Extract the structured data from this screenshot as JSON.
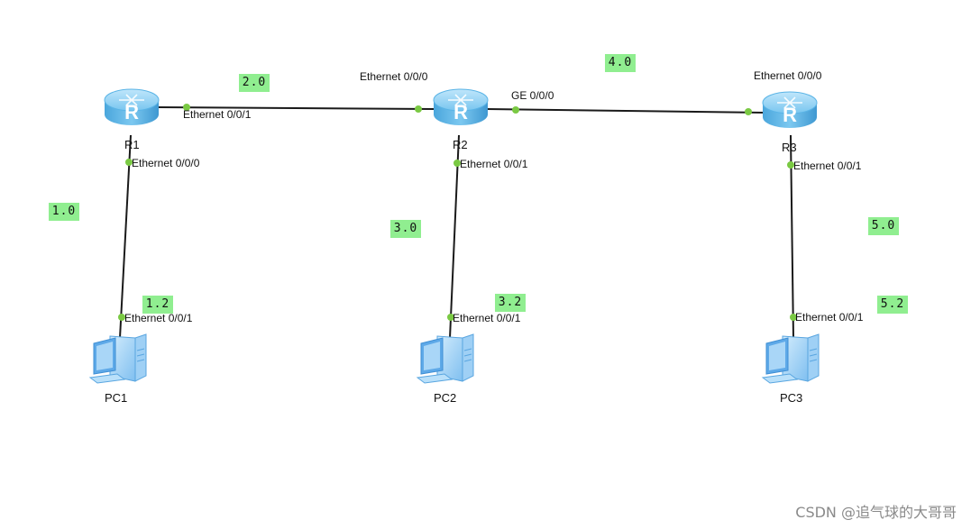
{
  "devices": {
    "r1": {
      "name": "R1",
      "icon": "router-icon"
    },
    "r2": {
      "name": "R2",
      "icon": "router-icon"
    },
    "r3": {
      "name": "R3",
      "icon": "router-icon"
    },
    "pc1": {
      "name": "PC1",
      "icon": "pc-icon"
    },
    "pc2": {
      "name": "PC2",
      "icon": "pc-icon"
    },
    "pc3": {
      "name": "PC3",
      "icon": "pc-icon"
    }
  },
  "ports": {
    "r1_to_r2": "Ethernet 0/0/1",
    "r2_to_r1": "Ethernet 0/0/0",
    "r2_to_r3": "GE 0/0/0",
    "r3_to_r2": "Ethernet 0/0/0",
    "r1_to_pc1": "Ethernet 0/0/0",
    "pc1_to_r1": "Ethernet 0/0/1",
    "r2_to_pc2": "Ethernet 0/0/1",
    "pc2_to_r2": "Ethernet 0/0/1",
    "r3_to_pc3": "Ethernet 0/0/1",
    "pc3_to_r3": "Ethernet 0/0/1"
  },
  "tags": {
    "net_r1_pc1": "1.0",
    "host_pc1": "1.2",
    "net_r1_r2": "2.0",
    "net_r2_pc2": "3.0",
    "host_pc2": "3.2",
    "net_r2_r3": "4.0",
    "net_r3_pc3": "5.0",
    "host_pc3": "5.2"
  },
  "watermark": "CSDN @追气球的大哥哥",
  "colors": {
    "tag_bg": "#90ee90",
    "port_dot": "#7ac943",
    "router_body": "#5ab4e6",
    "pc_body": "#7fbff0",
    "link": "#1a1a1a"
  }
}
